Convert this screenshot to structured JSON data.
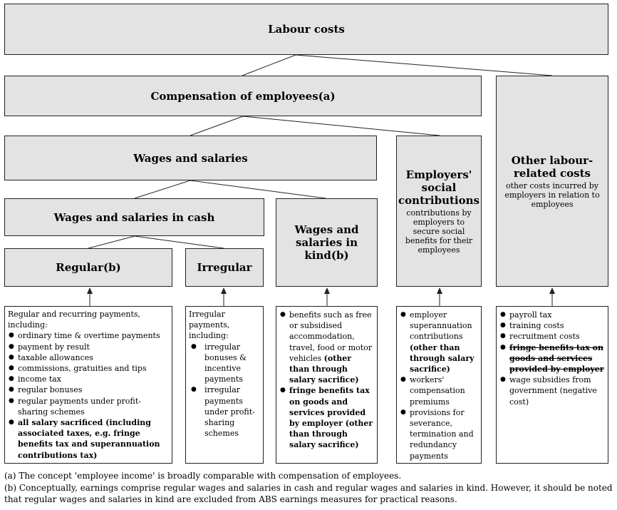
{
  "boxes": {
    "labour_costs": "Labour costs",
    "compensation": "Compensation of employees(a)",
    "wages_salaries": "Wages and salaries",
    "cash": "Wages and salaries in cash",
    "regular": "Regular(b)",
    "irregular": "Irregular",
    "in_kind": "Wages and salaries in kind(b)",
    "employers_title": "Employers' social contributions",
    "employers_desc": "contributions by employers to secure social benefits for their employees",
    "other_title": "Other labour-related costs",
    "other_desc": "other costs incurred by employers in relation to employees"
  },
  "lists": {
    "regular": {
      "intro": "Regular and recurring payments, including:",
      "items": [
        "ordinary time & overtime payments",
        "payment by result",
        "taxable allowances",
        "commissions, gratuities and tips",
        "income tax",
        "regular bonuses",
        "regular payments under profit-sharing schemes",
        "all salary sacrificed (including associated taxes, e.g. fringe benefits tax and superannuation contributions tax)"
      ]
    },
    "irregular": {
      "intro": "Irregular payments, including:",
      "items": [
        "irregular bonuses & incentive payments",
        "irregular payments under profit-sharing schemes"
      ]
    },
    "in_kind": {
      "item1_text": "benefits such as free or subsidised accommodation, travel, food or motor vehicles",
      "item1_bold": "(other than through salary sacrifice)",
      "item2": "fringe benefits tax on goods and services provided by employer (other than through salary sacrifice)"
    },
    "employers": {
      "item1_text": "employer superannuation contributions",
      "item1_bold": "(other than through salary sacrifice)",
      "item2": "workers' compensation premiums",
      "item3": "provisions for severance, termination and redundancy payments"
    },
    "other": {
      "items": [
        "payroll tax",
        "training costs",
        "recruitment costs"
      ],
      "struck": "fringe benefits tax on goods and services provided by employer",
      "last": "wage subsidies from government (negative cost)"
    }
  },
  "footnotes": {
    "a": "(a) The concept 'employee income' is broadly comparable with compensation of employees.",
    "b": "(b) Conceptually, earnings comprise regular wages and salaries in cash and regular wages and salaries in kind. However, it should be noted that regular wages and salaries in kind are excluded from ABS earnings measures for practical reasons."
  }
}
